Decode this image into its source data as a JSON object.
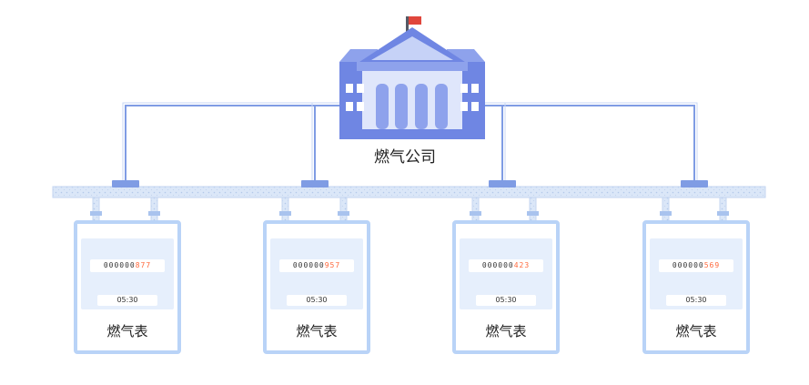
{
  "company": {
    "label": "燃气公司",
    "flag_color": "#e0463c",
    "building_color": "#6f86e3"
  },
  "colors": {
    "pipe": "#c9dbf5",
    "line": "#6f8fe0",
    "meter_border": "#b9d3f7",
    "screen": "#e6effc",
    "reading_highlight": "#ff6a3d"
  },
  "meters": [
    {
      "label": "燃气表",
      "reading_prefix": "000000",
      "reading_suffix": "877",
      "time": "05:30"
    },
    {
      "label": "燃气表",
      "reading_prefix": "000000",
      "reading_suffix": "957",
      "time": "05:30"
    },
    {
      "label": "燃气表",
      "reading_prefix": "000000",
      "reading_suffix": "423",
      "time": "05:30"
    },
    {
      "label": "燃气表",
      "reading_prefix": "000000",
      "reading_suffix": "569",
      "time": "05:30"
    }
  ]
}
